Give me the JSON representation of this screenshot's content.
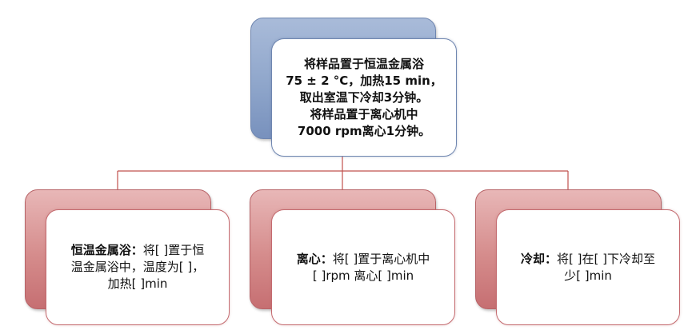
{
  "top_box": {
    "lines": [
      "将样品置于恒温金属浴",
      "75 ± 2 °C，加热15 min，",
      "取出室温下冷却3分钟。",
      "将样品置于离心机中",
      "7000 rpm离心1分钟。"
    ]
  },
  "steps": [
    {
      "term": "恒温金属浴：",
      "lines": [
        "将[ ]置于恒",
        "温金属浴中，温度为[ ]，",
        "加热[ ]min"
      ]
    },
    {
      "term": "离心：",
      "lines": [
        "将[ ]置于离心机中",
        "[ ]rpm 离心[ ]min"
      ]
    },
    {
      "term": "冷却：",
      "lines": [
        "将[ ]在[ ]下冷却至",
        "少[ ]min"
      ]
    }
  ],
  "colors": {
    "top_back": "#8fa6cb",
    "top_border": "#6f86b0",
    "step_back": "#d58c8c",
    "step_border": "#c46a6f",
    "connector": "#c0504d"
  }
}
